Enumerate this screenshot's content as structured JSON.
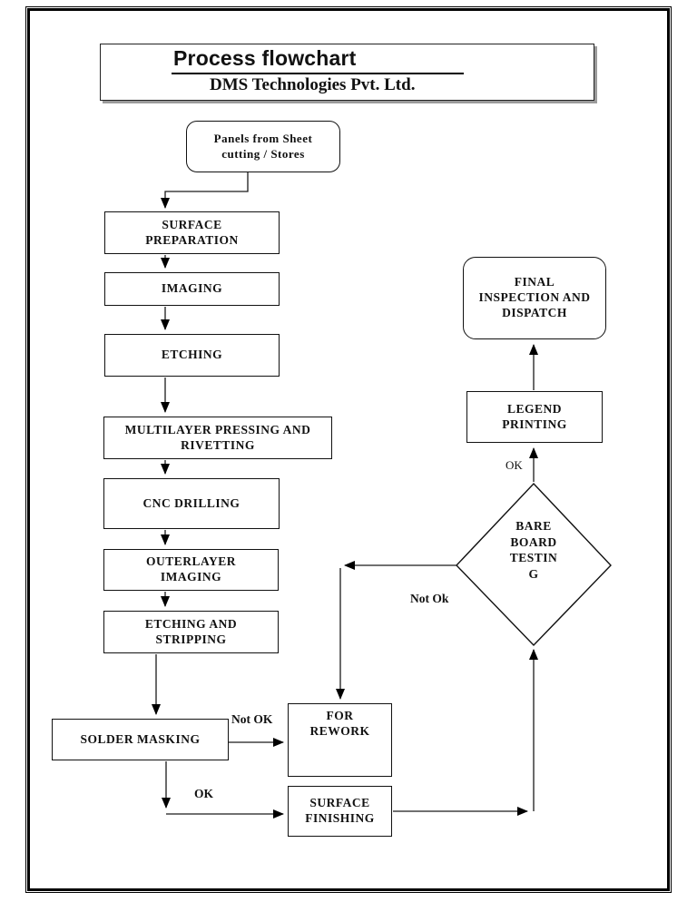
{
  "header": {
    "title": "Process flowchart",
    "subtitle": "DMS Technologies Pvt. Ltd."
  },
  "nodes": {
    "panels": {
      "label": "Panels from Sheet\ncutting / Stores",
      "shape": "rounded"
    },
    "surface_preparation": {
      "label": "SURFACE\nPREPARATION",
      "shape": "rect"
    },
    "imaging": {
      "label": "IMAGING",
      "shape": "rect"
    },
    "etching": {
      "label": "ETCHING",
      "shape": "rect"
    },
    "multilayer_pressing": {
      "label": "MULTILAYER PRESSING AND\nRIVETTING",
      "shape": "rect"
    },
    "cnc_drilling": {
      "label": "CNC DRILLING",
      "shape": "rect"
    },
    "outerlayer_imaging": {
      "label": "OUTERLAYER\nIMAGING",
      "shape": "rect"
    },
    "etching_stripping": {
      "label": "ETCHING AND\nSTRIPPING",
      "shape": "rect"
    },
    "solder_masking": {
      "label": "SOLDER MASKING",
      "shape": "rect"
    },
    "for_rework": {
      "label": "FOR\nREWORK",
      "shape": "rect"
    },
    "surface_finishing": {
      "label": "SURFACE\nFINISHING",
      "shape": "rect"
    },
    "bare_board_testing": {
      "label": "BARE\nBOARD\nTESTIN\nG",
      "shape": "diamond"
    },
    "legend_printing": {
      "label": "LEGEND\nPRINTING",
      "shape": "rect"
    },
    "final_inspection": {
      "label": "FINAL\nINSPECTION AND\nDISPATCH",
      "shape": "rounded"
    }
  },
  "edge_labels": {
    "not_ok_solder": "Not OK",
    "ok_solder": "OK",
    "not_ok_test": "Not Ok",
    "ok_test": "OK"
  },
  "colors": {
    "line": "#1a1a1a",
    "box_border": "#000000",
    "background": "#ffffff"
  }
}
